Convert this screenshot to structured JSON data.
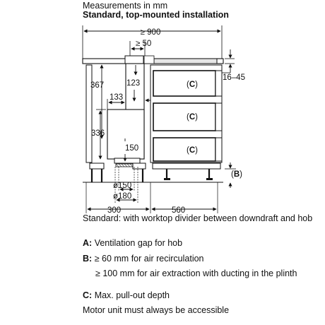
{
  "header": {
    "line1": "Measurements in mm",
    "line2": "Standard, top-mounted installation"
  },
  "dimensions": {
    "total_width": "≥ 900",
    "top_gap": "≥ 50",
    "worktop_thickness": "16–45",
    "duct_offset": "123",
    "height_367": "367",
    "width_133": "133",
    "height_336": "336",
    "motor_150": "150",
    "dia_150": "ø150",
    "dia_180": "ø180",
    "depth_300": "300",
    "depth_560": "560"
  },
  "labels": {
    "A": "A",
    "B": "B",
    "C1": "C",
    "C2": "C",
    "C3": "C"
  },
  "notes": {
    "standard": "Standard: with worktop divider between downdraft and hob",
    "a_key": "A:",
    "a_text": "Ventilation gap for hob",
    "b_key": "B:",
    "b_text1": "≥ 60 mm for air recirculation",
    "b_text2": "≥ 100 mm for air extraction with ducting in the plinth",
    "c_key": "C:",
    "c_text": "Max. pull-out depth",
    "motor": "Motor unit must always be accessible"
  }
}
